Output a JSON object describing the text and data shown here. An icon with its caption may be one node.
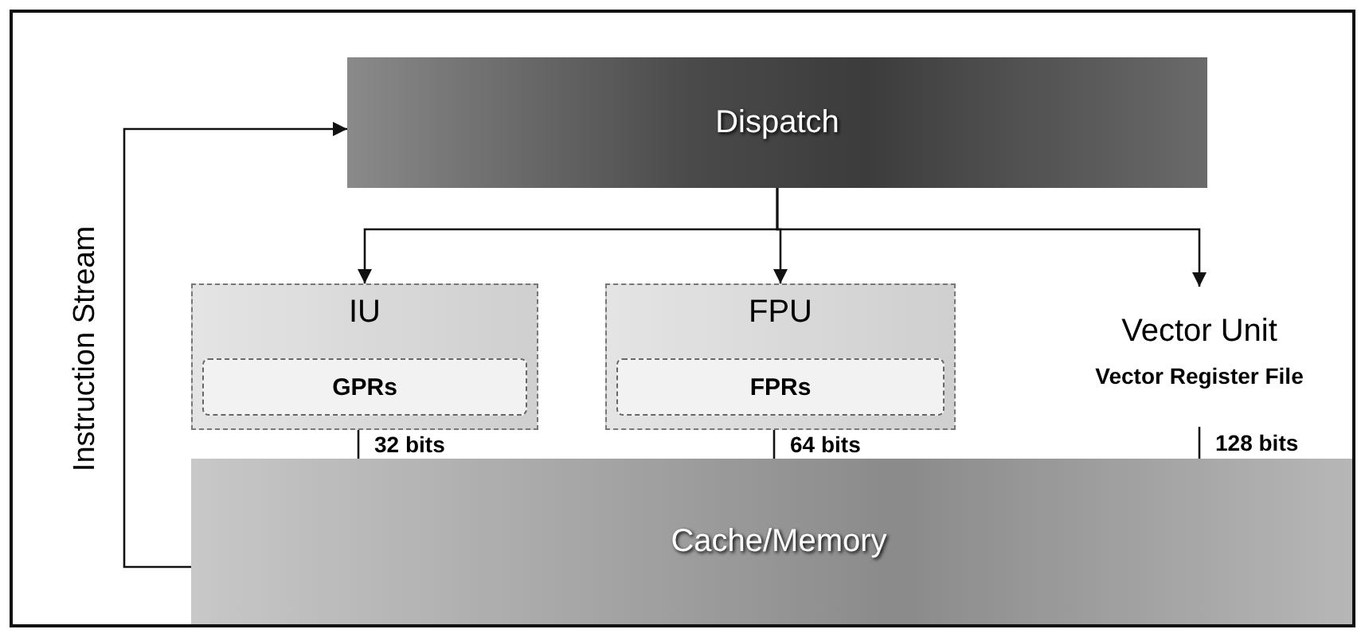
{
  "diagram": {
    "nodes": [
      {
        "text": [
          "Dispatch"
        ]
      },
      {
        "text": [
          "IU"
        ]
      },
      {
        "text": [
          "GPRs"
        ],
        "in": 1
      },
      {
        "text": [
          "FPU"
        ]
      },
      {
        "text": [
          "FPRs"
        ],
        "in": 3
      },
      {
        "text": [
          "Vector Unit",
          "Vector Register File"
        ]
      },
      {
        "text": [
          "Cache/Memory"
        ]
      }
    ],
    "edges": [
      {
        "from": 6,
        "to": 0,
        "arrow": "to",
        "label": "Instruction Stream"
      },
      {
        "from": 0,
        "to": 1,
        "arrow": "to"
      },
      {
        "from": 0,
        "to": 3,
        "arrow": "to"
      },
      {
        "from": 0,
        "to": 5,
        "arrow": "to"
      },
      {
        "from": 1,
        "to": 6,
        "arrow": "none",
        "label": "32 bits"
      },
      {
        "from": 3,
        "to": 6,
        "arrow": "none",
        "label": "64 bits"
      },
      {
        "from": 5,
        "to": 6,
        "arrow": "none",
        "label": "128 bits"
      }
    ]
  }
}
